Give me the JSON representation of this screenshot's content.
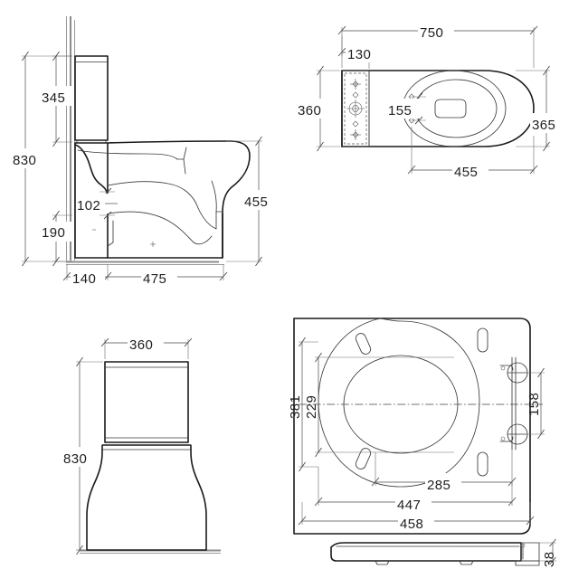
{
  "document": {
    "type": "technical-drawing",
    "subject": "Close-coupled WC pan, cistern and seat",
    "units": "mm",
    "views": [
      "side-elevation",
      "top-plan",
      "front-elevation",
      "seat-plan"
    ]
  },
  "side_view": {
    "name": "Side elevation",
    "dimensions": {
      "cistern_height": "345",
      "overall_height": "830",
      "bowl_height": "455",
      "trap_height": "102",
      "outlet_height": "190",
      "cistern_depth": "140",
      "pan_projection": "475"
    }
  },
  "top_view": {
    "name": "Top plan view",
    "dimensions": {
      "overall_length": "750",
      "lid_width": "130",
      "overall_width": "360",
      "seat_opening_width": "155",
      "bowl_length": "455",
      "bowl_width": "365"
    }
  },
  "front_view": {
    "name": "Front elevation",
    "dimensions": {
      "width": "360",
      "height": "830"
    }
  },
  "seat_view": {
    "name": "Seat plan and section",
    "dimensions": {
      "ring_outer_depth": "381",
      "ring_inner_depth": "229",
      "hinge_centres": "158",
      "fixing_centres": "285",
      "seat_inner_width": "447",
      "seat_outer_width": "458",
      "seat_thickness": "38"
    }
  },
  "colors": {
    "outline": "#1a1a1a",
    "detail": "#3a3a3a",
    "dimension": "#4a4a4a",
    "wall": "#8c8c8c",
    "background": "#ffffff"
  }
}
